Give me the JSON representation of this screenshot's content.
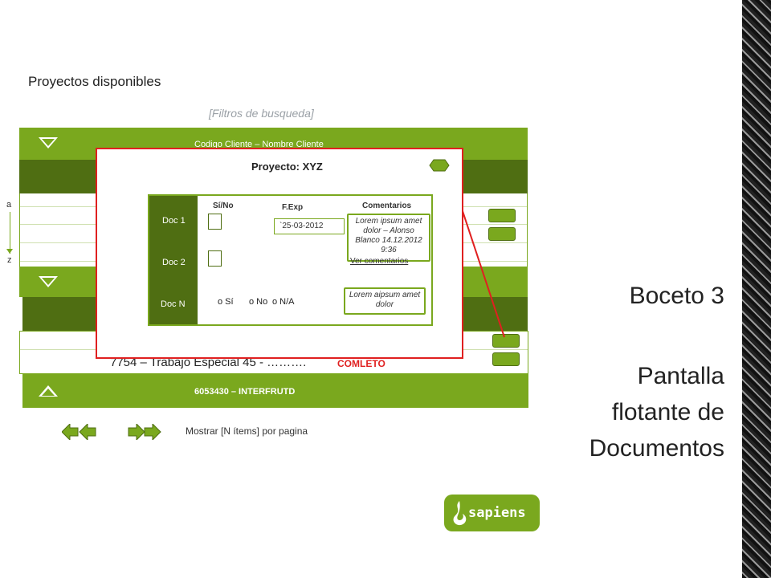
{
  "page": {
    "title": "Proyectos disponibles",
    "filters": "[Filtros de busqueda]",
    "az_top": "a",
    "az_bottom": "z"
  },
  "groups": [
    {
      "header": "Codigo Cliente – Nombre Cliente"
    },
    {
      "header": "6053430  – INTERFRUTD"
    }
  ],
  "list": {
    "row_text": "7754 –  Trabajo Especial 45 - ……….",
    "row_status": "COMLETO"
  },
  "pagination": {
    "label": "Mostrar [N ítems] por pagina"
  },
  "modal": {
    "title": "Proyecto: XYZ",
    "docs": [
      "Doc 1",
      "Doc 2",
      "Doc N"
    ],
    "col_sino": "Sí/No",
    "col_fexp": "F.Exp",
    "col_comentarios": "Comentarios",
    "fexp_value": "`25-03-2012",
    "comment_note": "Lorem ipsum amet dolor – Alonso Blanco 14.12.2012 9:36",
    "ver_comentarios": "Ver comentarios",
    "radio_si": "o Sí",
    "radio_no": "o No",
    "radio_na": "o N/A",
    "note2": "Lorem aipsum amet dolor"
  },
  "slide": {
    "heading": "Boceto 3",
    "subtitle": "Pantalla flotante de Documentos",
    "logo": "sapiens"
  },
  "colors": {
    "accent": "#7aa81e",
    "dark_accent": "#4f6e12",
    "modal_border": "#e02020"
  }
}
